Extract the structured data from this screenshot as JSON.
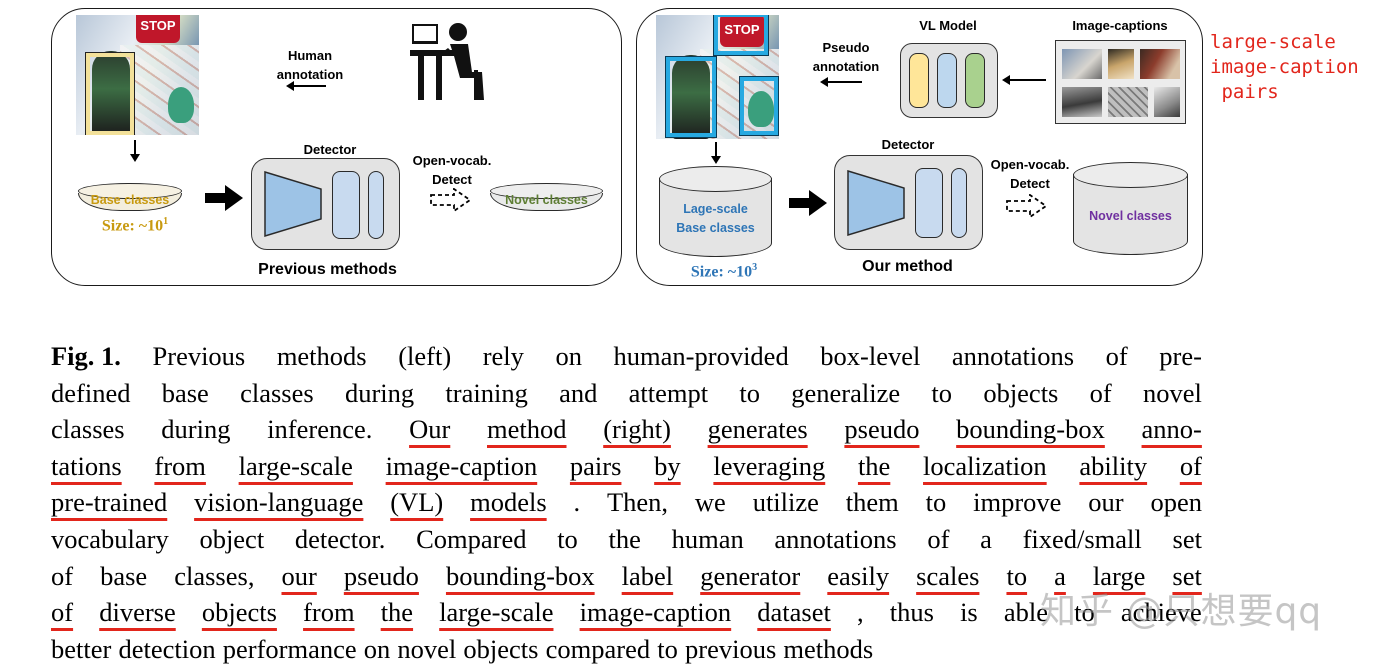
{
  "figure": {
    "left_panel": {
      "human_annotation": "Human\nannotation",
      "detector_label": "Detector",
      "open_vocab": "Open-vocab.\nDetect",
      "base_classes": "Base classes",
      "novel_classes": "Novel classes",
      "size_prefix": "Size: ~10",
      "size_exp": "1",
      "title": "Previous methods",
      "stop_sign": "STOP"
    },
    "right_panel": {
      "pseudo_annotation": "Pseudo\nannotation",
      "vl_model": "VL Model",
      "image_captions": "Image-captions",
      "detector_label": "Detector",
      "open_vocab": "Open-vocab.\nDetect",
      "base_classes": "Lage-scale\nBase classes",
      "novel_classes": "Novel classes",
      "size_prefix": "Size: ~10",
      "size_exp": "3",
      "title": "Our method",
      "stop_sign": "STOP"
    },
    "annotation_note": "large-scale\nimage-caption\n pairs",
    "colors": {
      "red_annotation": "#e2261c",
      "base_class_text": "#c89a10",
      "novel_left_text": "#5e7e34",
      "novel_right_text": "#7030a0",
      "size_right_text": "#2e75b6",
      "bbox_blue": "#27a9e1",
      "bbox_yellow": "#f3e19a",
      "vl_yellow": "#ffe699",
      "vl_blue": "#bdd7ee",
      "vl_green": "#a9d18e"
    }
  },
  "caption": {
    "label": "Fig. 1.",
    "lines": [
      {
        "parts": [
          {
            "t": " Previous methods (left) rely on human-provided box-level annotations of pre-",
            "u": false
          }
        ]
      },
      {
        "parts": [
          {
            "t": "defined base classes during training and attempt to generalize to objects of novel",
            "u": false
          }
        ]
      },
      {
        "parts": [
          {
            "t": "classes during inference. ",
            "u": false
          },
          {
            "t": "Our method (right) generates pseudo bounding-box anno-",
            "u": true
          }
        ]
      },
      {
        "parts": [
          {
            "t": "tations from large-scale image-caption pairs by leveraging the localization ability of",
            "u": true
          }
        ]
      },
      {
        "parts": [
          {
            "t": "pre-trained vision-language (VL) models",
            "u": true
          },
          {
            "t": ". Then, we utilize them to improve our open",
            "u": false
          }
        ]
      },
      {
        "parts": [
          {
            "t": "vocabulary object detector. Compared to the human annotations of a fixed/small set",
            "u": false
          }
        ]
      },
      {
        "parts": [
          {
            "t": "of base classes, ",
            "u": false
          },
          {
            "t": "our pseudo bounding-box label generator easily scales to a large set",
            "u": true
          }
        ]
      },
      {
        "parts": [
          {
            "t": "of diverse objects from the large-scale image-caption dataset",
            "u": true
          },
          {
            "t": ", thus is able to achieve",
            "u": false
          }
        ]
      },
      {
        "parts": [
          {
            "t": "better detection performance on novel objects compared to previous methods",
            "u": false
          }
        ],
        "last": true
      }
    ]
  },
  "watermark": "知乎 @只想要qq"
}
